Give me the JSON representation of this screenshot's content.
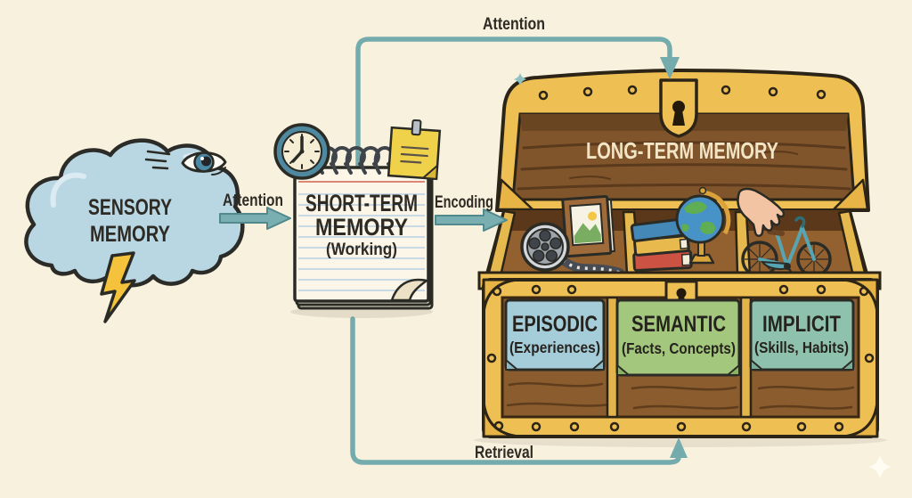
{
  "nodes": {
    "sensory_memory": {
      "line1": "SENSORY",
      "line2": "MEMORY"
    },
    "short_term_memory": {
      "line1": "SHORT-TERM",
      "line2": "MEMORY",
      "sub": "(Working)"
    },
    "long_term_memory": {
      "title": "LONG-TERM MEMORY"
    }
  },
  "arrows": {
    "attention_direct": "Attention",
    "attention_loop": "Attention",
    "encoding": "Encoding",
    "retrieval": "Retrieval"
  },
  "compartments": [
    {
      "title": "EPISODIC",
      "subtitle": "(Experiences)",
      "note_color": "#a5cdd9",
      "items": [
        "film-reel",
        "framed-photo"
      ]
    },
    {
      "title": "SEMANTIC",
      "subtitle": "(Facts, Concepts)",
      "note_color": "#a3c77c",
      "items": [
        "book-stack",
        "globe"
      ]
    },
    {
      "title": "IMPLICIT",
      "subtitle": "(Skills, Habits)",
      "note_color": "#8fc2ae",
      "items": [
        "toy-bicycle",
        "reaching-hand"
      ]
    }
  ],
  "icons": {
    "sensory": [
      "cloud",
      "lightning-bolt",
      "eye"
    ],
    "short_term": [
      "clock",
      "spiral-notepad",
      "sticky-note"
    ],
    "long_term": [
      "treasure-chest",
      "keyhole-lock"
    ]
  },
  "colors": {
    "background": "#f8f1de",
    "arrow_teal": "#74acae",
    "cloud_blue": "#b9d6e3",
    "chest_gold": "#eebf52",
    "chest_wood_front": "#8a5c2e",
    "chest_wood_lid": "#81552b",
    "lid_title_text": "#f1e5c5",
    "ink": "#2e2a24"
  }
}
